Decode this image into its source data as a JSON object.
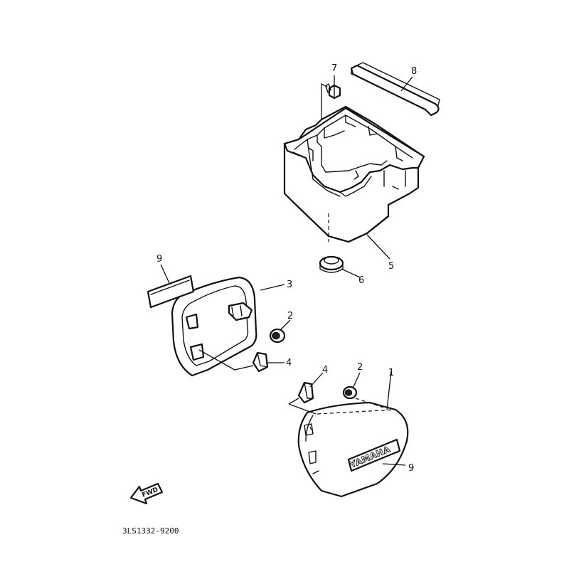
{
  "labels": {
    "p1": "1",
    "p2a": "2",
    "p2b": "2",
    "p3": "3",
    "p4a": "4",
    "p4b": "4",
    "p5": "5",
    "p6": "6",
    "p7": "7",
    "p8": "8",
    "p9a": "9",
    "p9b": "9"
  },
  "emblem_text": "YAMAHA",
  "fwd_text": "FWD",
  "diagram_code": "3LS1332-9200"
}
